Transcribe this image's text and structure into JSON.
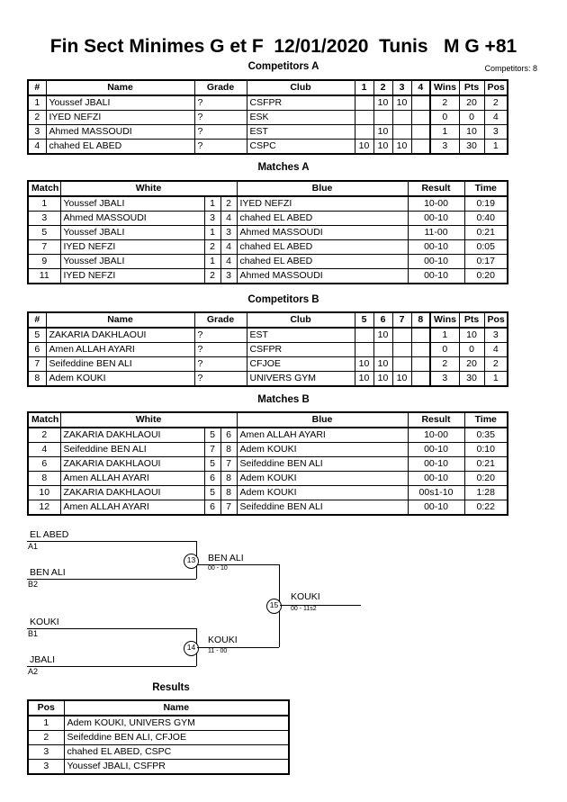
{
  "header": {
    "title": "Fin Sect Minimes G et F  12/01/2020  Tunis   M G +81",
    "competitors_label": "Competitors: 8"
  },
  "sections": {
    "competitors_a": "Competitors A",
    "matches_a": "Matches A",
    "competitors_b": "Competitors B",
    "matches_b": "Matches B",
    "results": "Results"
  },
  "competitors_a": {
    "headers": [
      "#",
      "Name",
      "Grade",
      "Club",
      "1",
      "2",
      "3",
      "4",
      "Wins",
      "Pts",
      "Pos"
    ],
    "rows": [
      {
        "num": "1",
        "name": "Youssef JBALI",
        "grade": "?",
        "club": "CSFPR",
        "m": [
          "",
          "10",
          "10",
          ""
        ],
        "wins": "2",
        "pts": "20",
        "pos": "2"
      },
      {
        "num": "2",
        "name": "IYED NEFZI",
        "grade": "?",
        "club": "ESK",
        "m": [
          "",
          "",
          "",
          ""
        ],
        "wins": "0",
        "pts": "0",
        "pos": "4"
      },
      {
        "num": "3",
        "name": "Ahmed MASSOUDI",
        "grade": "?",
        "club": "EST",
        "m": [
          "",
          "10",
          "",
          ""
        ],
        "wins": "1",
        "pts": "10",
        "pos": "3"
      },
      {
        "num": "4",
        "name": "chahed EL ABED",
        "grade": "?",
        "club": "CSPC",
        "m": [
          "10",
          "10",
          "10",
          ""
        ],
        "wins": "3",
        "pts": "30",
        "pos": "1"
      }
    ]
  },
  "matches_a": {
    "headers": [
      "Match",
      "White",
      "",
      "",
      "Blue",
      "Result",
      "Time"
    ],
    "rows": [
      {
        "match": "1",
        "white": "Youssef JBALI",
        "wn": "1",
        "bn": "2",
        "blue": "IYED NEFZI",
        "result": "10-00",
        "time": "0:19"
      },
      {
        "match": "3",
        "white": "Ahmed MASSOUDI",
        "wn": "3",
        "bn": "4",
        "blue": "chahed EL ABED",
        "result": "00-10",
        "time": "0:40"
      },
      {
        "match": "5",
        "white": "Youssef JBALI",
        "wn": "1",
        "bn": "3",
        "blue": "Ahmed MASSOUDI",
        "result": "11-00",
        "time": "0:21"
      },
      {
        "match": "7",
        "white": "IYED NEFZI",
        "wn": "2",
        "bn": "4",
        "blue": "chahed EL ABED",
        "result": "00-10",
        "time": "0:05"
      },
      {
        "match": "9",
        "white": "Youssef JBALI",
        "wn": "1",
        "bn": "4",
        "blue": "chahed EL ABED",
        "result": "00-10",
        "time": "0:17"
      },
      {
        "match": "11",
        "white": "IYED NEFZI",
        "wn": "2",
        "bn": "3",
        "blue": "Ahmed MASSOUDI",
        "result": "00-10",
        "time": "0:20"
      }
    ]
  },
  "competitors_b": {
    "headers": [
      "#",
      "Name",
      "Grade",
      "Club",
      "5",
      "6",
      "7",
      "8",
      "Wins",
      "Pts",
      "Pos"
    ],
    "rows": [
      {
        "num": "5",
        "name": "ZAKARIA DAKHLAOUI",
        "grade": "?",
        "club": "EST",
        "m": [
          "",
          "10",
          "",
          ""
        ],
        "wins": "1",
        "pts": "10",
        "pos": "3"
      },
      {
        "num": "6",
        "name": "Amen ALLAH AYARI",
        "grade": "?",
        "club": "CSFPR",
        "m": [
          "",
          "",
          "",
          ""
        ],
        "wins": "0",
        "pts": "0",
        "pos": "4"
      },
      {
        "num": "7",
        "name": "Seifeddine BEN ALI",
        "grade": "?",
        "club": "CFJOE",
        "m": [
          "10",
          "10",
          "",
          ""
        ],
        "wins": "2",
        "pts": "20",
        "pos": "2"
      },
      {
        "num": "8",
        "name": "Adem KOUKI",
        "grade": "?",
        "club": "UNIVERS GYM",
        "m": [
          "10",
          "10",
          "10",
          ""
        ],
        "wins": "3",
        "pts": "30",
        "pos": "1"
      }
    ]
  },
  "matches_b": {
    "headers": [
      "Match",
      "White",
      "",
      "",
      "Blue",
      "Result",
      "Time"
    ],
    "rows": [
      {
        "match": "2",
        "white": "ZAKARIA DAKHLAOUI",
        "wn": "5",
        "bn": "6",
        "blue": "Amen ALLAH AYARI",
        "result": "10-00",
        "time": "0:35"
      },
      {
        "match": "4",
        "white": "Seifeddine BEN ALI",
        "wn": "7",
        "bn": "8",
        "blue": "Adem KOUKI",
        "result": "00-10",
        "time": "0:10"
      },
      {
        "match": "6",
        "white": "ZAKARIA DAKHLAOUI",
        "wn": "5",
        "bn": "7",
        "blue": "Seifeddine BEN ALI",
        "result": "00-10",
        "time": "0:21"
      },
      {
        "match": "8",
        "white": "Amen ALLAH AYARI",
        "wn": "6",
        "bn": "8",
        "blue": "Adem KOUKI",
        "result": "00-10",
        "time": "0:20"
      },
      {
        "match": "10",
        "white": "ZAKARIA DAKHLAOUI",
        "wn": "5",
        "bn": "8",
        "blue": "Adem KOUKI",
        "result": "00s1-10",
        "time": "1:28"
      },
      {
        "match": "12",
        "white": "Amen ALLAH AYARI",
        "wn": "6",
        "bn": "7",
        "blue": "Seifeddine BEN ALI",
        "result": "00-10",
        "time": "0:22"
      }
    ]
  },
  "bracket": {
    "entrants": [
      {
        "name": "EL ABED",
        "seed": "A1"
      },
      {
        "name": "BEN ALI",
        "seed": "B2"
      },
      {
        "name": "KOUKI",
        "seed": "B1"
      },
      {
        "name": "JBALI",
        "seed": "A2"
      }
    ],
    "nodes": [
      {
        "id": "13",
        "winner": "BEN ALI",
        "score": "00 - 10"
      },
      {
        "id": "14",
        "winner": "KOUKI",
        "score": "11 - 00"
      },
      {
        "id": "15",
        "winner": "KOUKI",
        "score": "00 - 11s2"
      }
    ]
  },
  "results": {
    "headers": [
      "Pos",
      "Name"
    ],
    "rows": [
      {
        "pos": "1",
        "name": "Adem KOUKI, UNIVERS GYM"
      },
      {
        "pos": "2",
        "name": "Seifeddine BEN ALI, CFJOE"
      },
      {
        "pos": "3",
        "name": "chahed EL ABED, CSPC"
      },
      {
        "pos": "3",
        "name": "Youssef JBALI, CSFPR"
      }
    ]
  }
}
